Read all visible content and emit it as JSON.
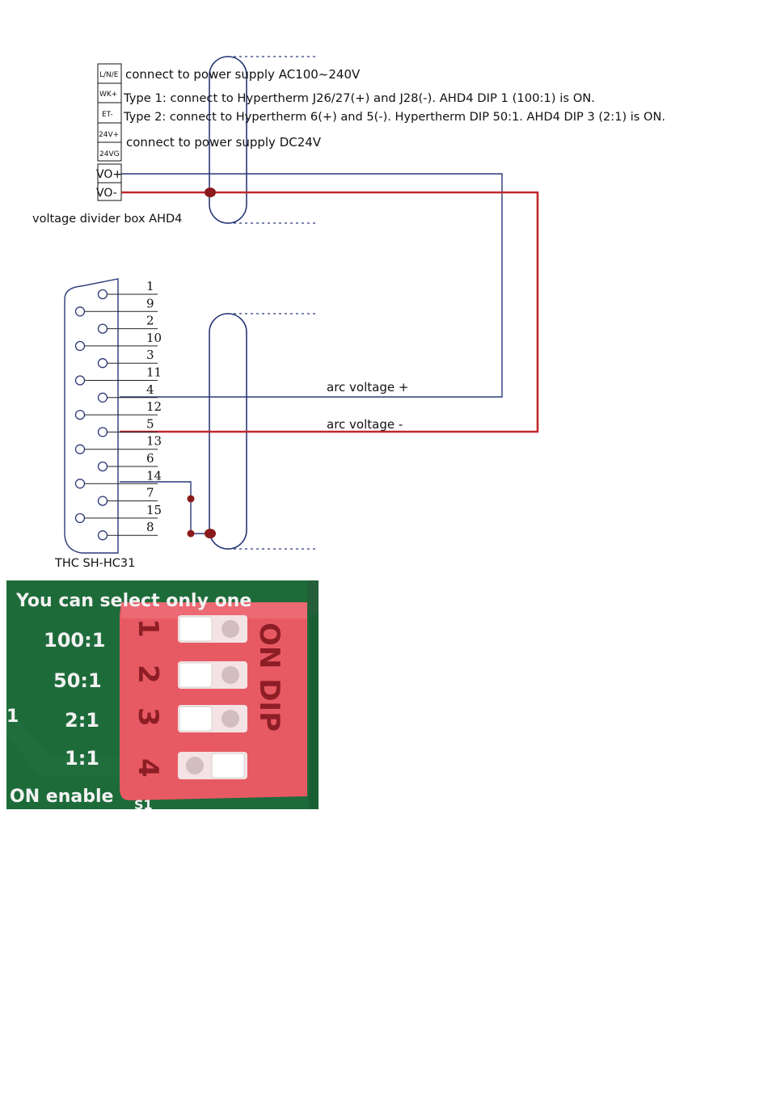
{
  "colors": {
    "wire_blue": "#2b3a78",
    "wire_red": "#c1272d",
    "junction": "#8b1a1a",
    "pcb_green": "#1e6b3a",
    "dip_body": "#e85a63"
  },
  "divider_box": {
    "title": "voltage divider box AHD4",
    "terminals": [
      "L/N/E",
      "WK+",
      "ET-",
      "24V+",
      "24VG",
      "VO+",
      "VO-"
    ]
  },
  "notes": {
    "ac_supply": "connect to power supply AC100~240V",
    "type1": "Type 1: connect to Hypertherm J26/27(+) and J28(-). AHD4 DIP 1 (100:1) is ON.",
    "type2": "Type 2: connect to Hypertherm 6(+) and 5(-). Hypertherm DIP 50:1. AHD4 DIP 3 (2:1) is ON.",
    "dc_supply": "connect to power supply DC24V"
  },
  "thc": {
    "title": "THC SH-HC31",
    "pins": [
      "1",
      "9",
      "2",
      "10",
      "3",
      "11",
      "4",
      "12",
      "5",
      "13",
      "6",
      "14",
      "7",
      "15",
      "8"
    ]
  },
  "wires": {
    "arc_plus": "arc voltage +",
    "arc_minus": "arc voltage -"
  },
  "dip_photo": {
    "header": "You can select only one",
    "ratios": [
      "100:1",
      "50:1",
      "2:1",
      "1:1"
    ],
    "footer": "ON enable",
    "switch_numbers": [
      "1",
      "2",
      "3",
      "4"
    ],
    "dip_label": "ON DIP",
    "board_ref": "S1",
    "edge_mark": "1",
    "switches_on": [
      1,
      2,
      3
    ]
  }
}
